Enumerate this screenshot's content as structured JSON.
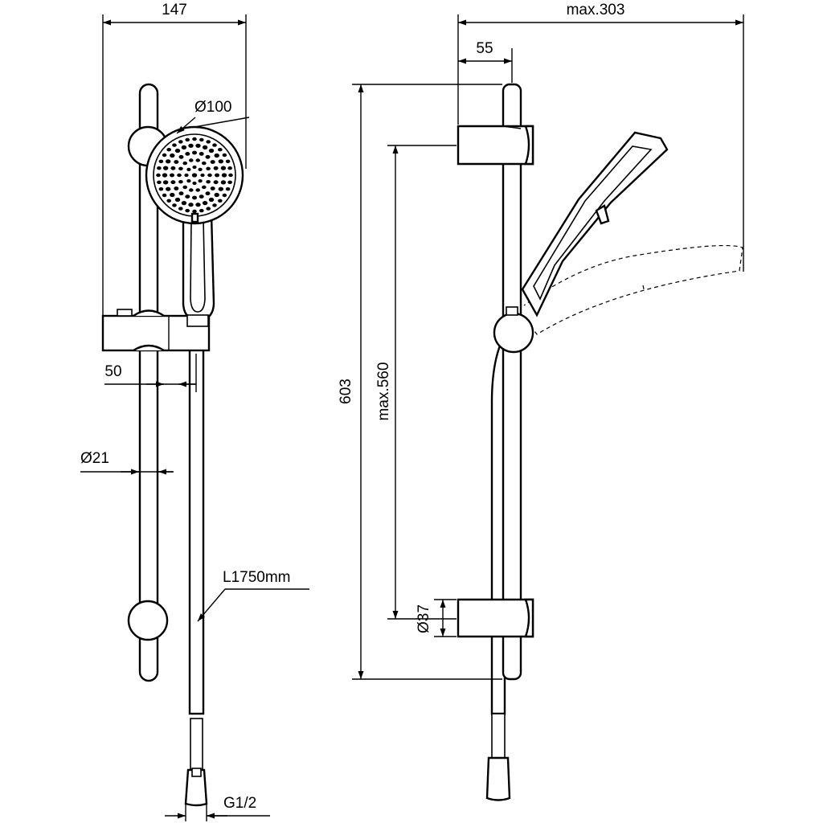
{
  "dimensions": {
    "front_width": "147",
    "head_diameter": "Ø100",
    "bar_offset": "50",
    "bar_diameter": "Ø21",
    "hose_length": "L1750mm",
    "thread": "G1/2",
    "side_max_projection": "max.303",
    "side_bracket_depth": "55",
    "total_height": "603",
    "adjust_range": "max.560",
    "bracket_diameter": "Ø37"
  }
}
